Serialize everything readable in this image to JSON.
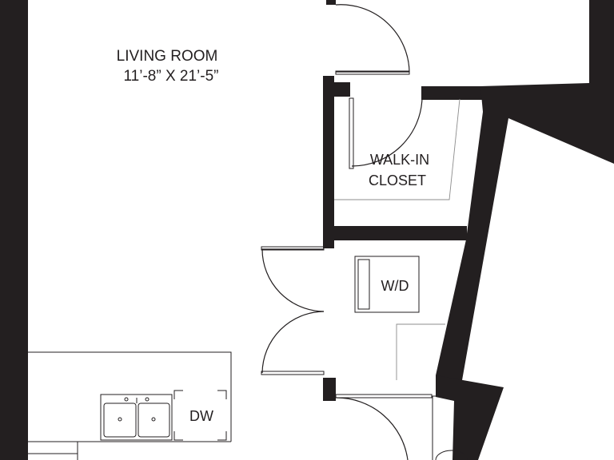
{
  "plan": {
    "rooms": {
      "living_room": {
        "name": "LIVING ROOM",
        "dimensions": "11’-8” X 21’-5”"
      },
      "walk_in_closet": {
        "line1": "WALK-IN",
        "line2": "CLOSET"
      }
    },
    "fixtures": {
      "washer_dryer": "W/D",
      "dishwasher": "DW"
    },
    "colors": {
      "wall": "#231f20",
      "background": "#ffffff",
      "fixture_line": "#231f20",
      "secondary_line": "#8c8c8c"
    }
  }
}
